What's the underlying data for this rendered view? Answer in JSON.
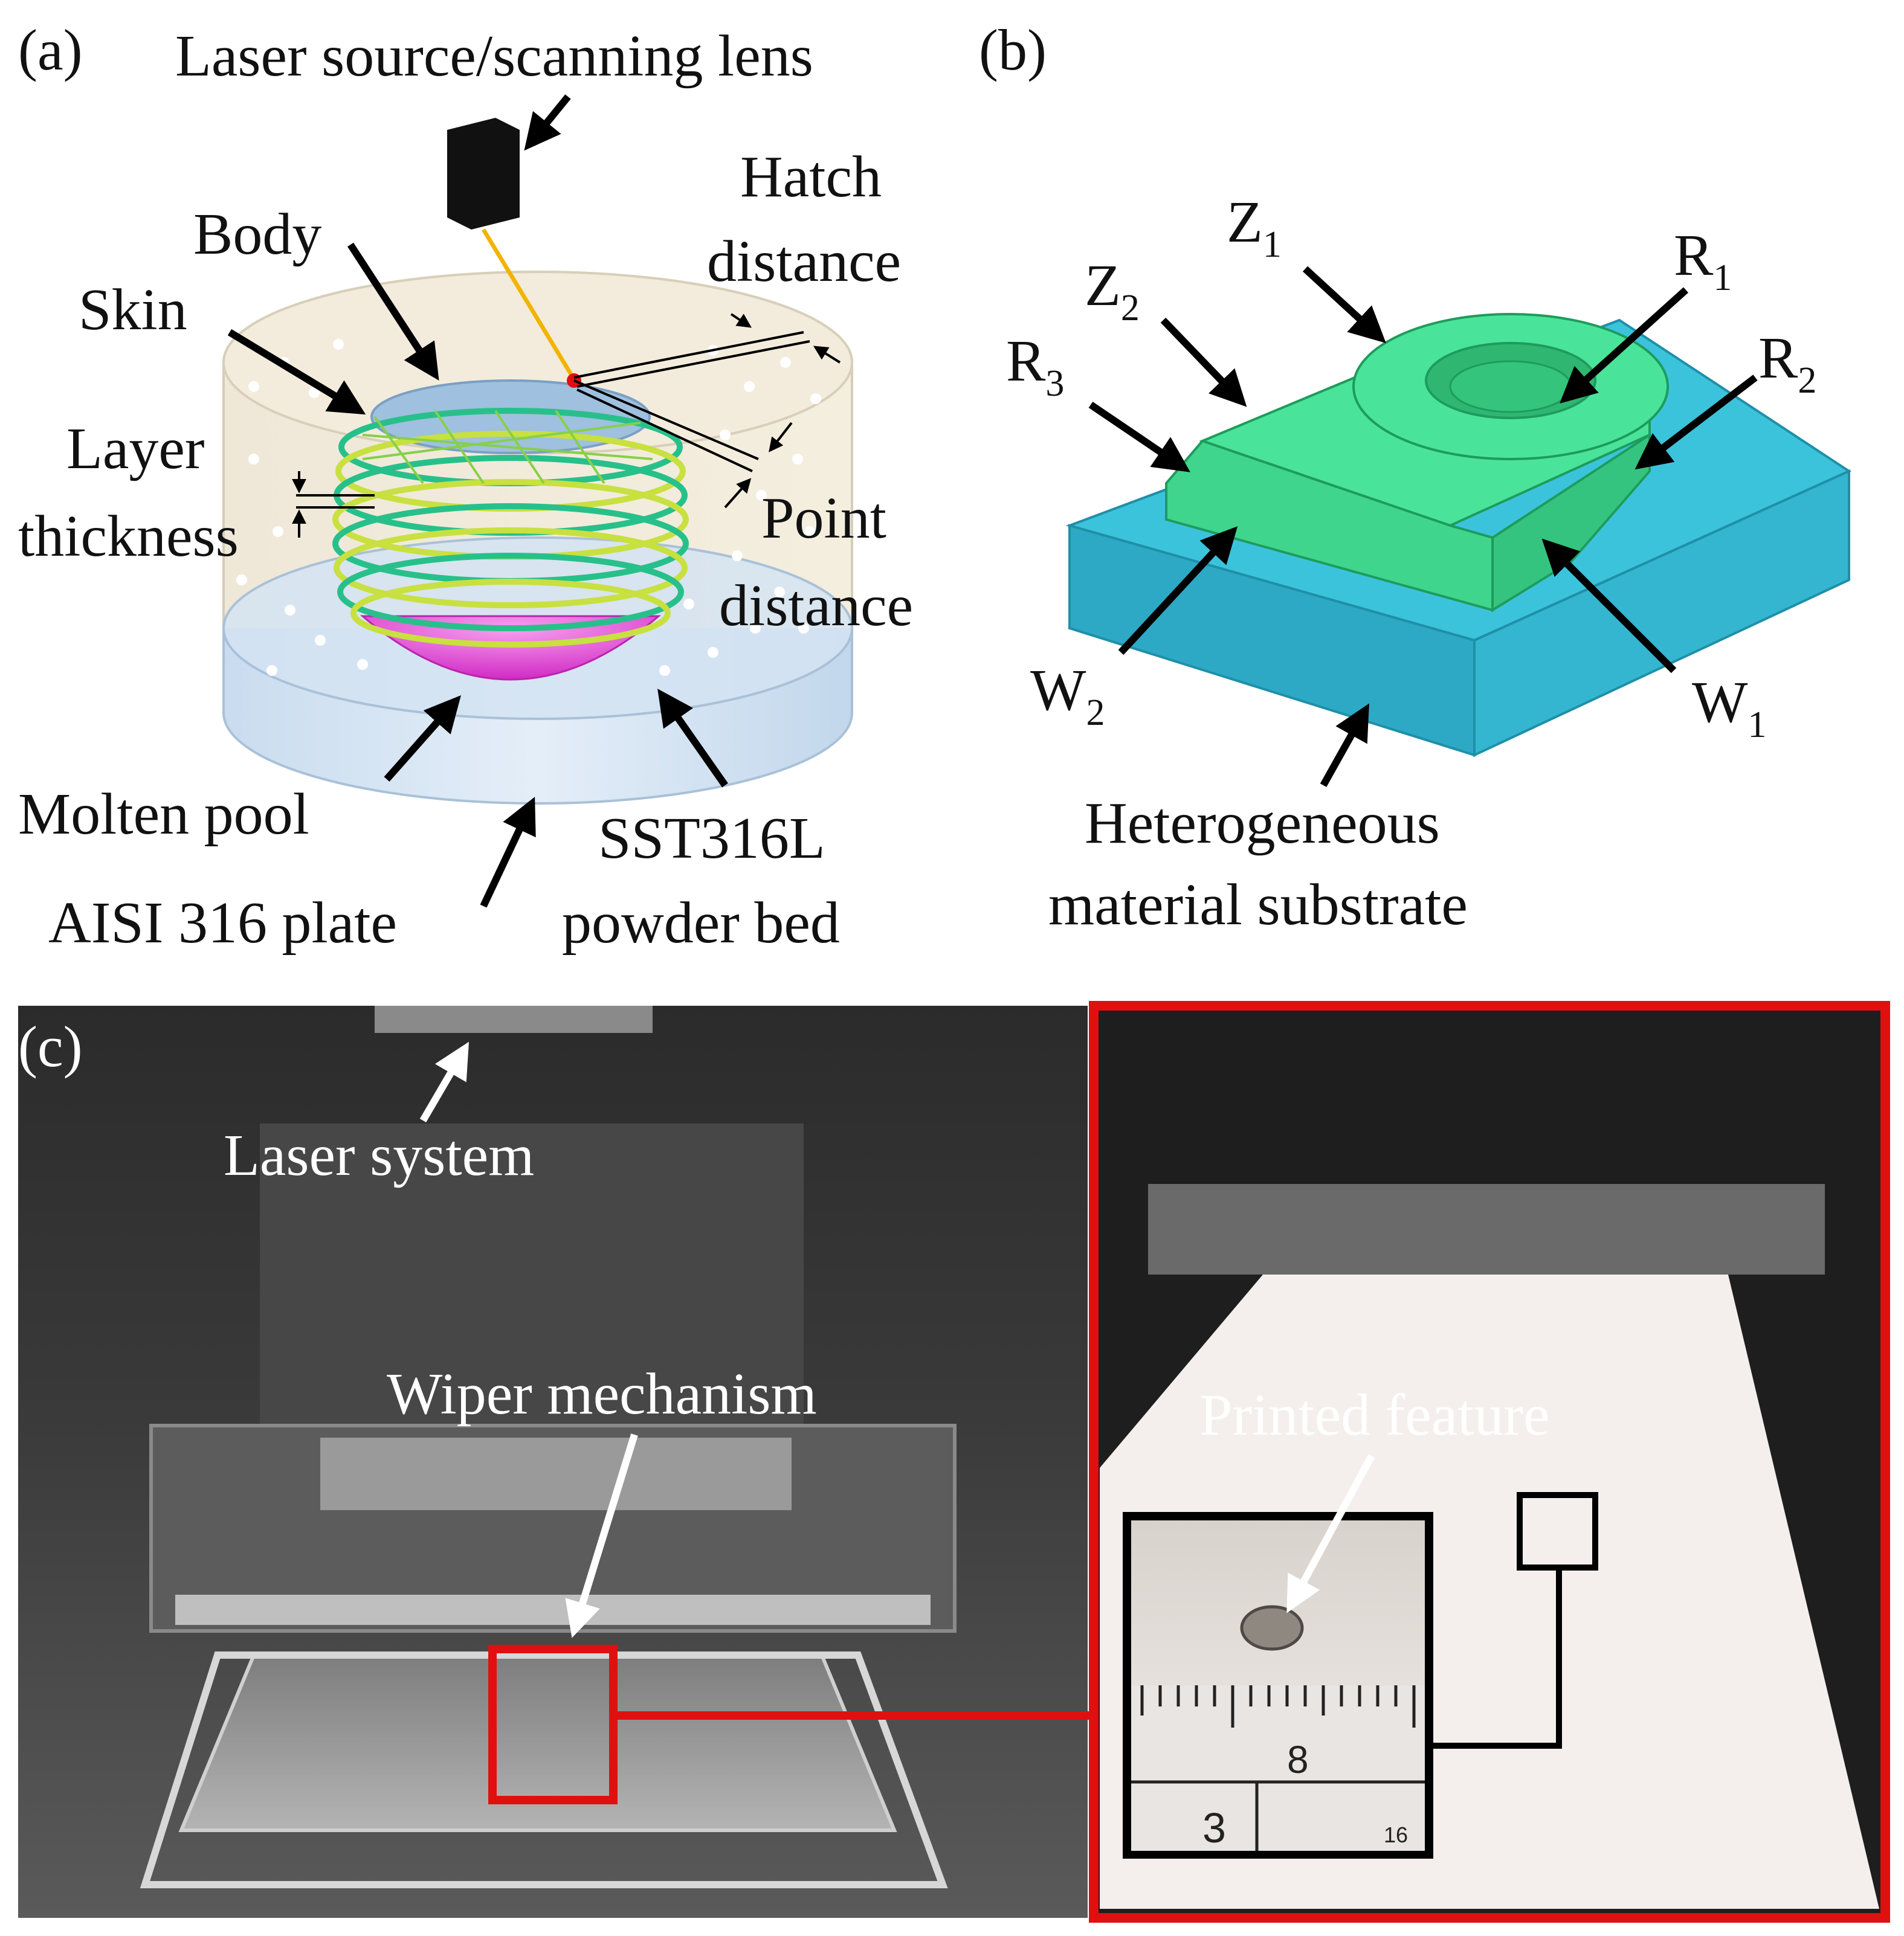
{
  "panels": {
    "a": "(a)",
    "b": "(b)",
    "c": "(c)"
  },
  "panel_a": {
    "laser_source": "Laser source/scanning lens",
    "hatch_distance_1": "Hatch",
    "hatch_distance_2": "distance",
    "body": "Body",
    "skin": "Skin",
    "layer_thickness_1": "Layer",
    "layer_thickness_2": "thickness",
    "point_distance_1": "Point",
    "point_distance_2": "distance",
    "molten_pool": "Molten pool",
    "plate": "AISI 316 plate",
    "powder_bed_1": "SST316L",
    "powder_bed_2": "powder bed"
  },
  "panel_b": {
    "z1": "Z",
    "z1_sub": "1",
    "z2": "Z",
    "z2_sub": "2",
    "r1": "R",
    "r1_sub": "1",
    "r2": "R",
    "r2_sub": "2",
    "r3": "R",
    "r3_sub": "3",
    "w1": "W",
    "w1_sub": "1",
    "w2": "W",
    "w2_sub": "2",
    "substrate_1": "Heterogeneous",
    "substrate_2": "material substrate"
  },
  "panel_c": {
    "laser_system": "Laser system",
    "wiper": "Wiper mechanism",
    "printed_feature": "Printed feature",
    "ruler_8": "8",
    "ruler_3": "3",
    "ruler_16": "16"
  },
  "colors": {
    "part_green": "#3fe08e",
    "substrate_blue": "#38bcd6",
    "molten_pool": "#e23ad6",
    "highlight_red": "#e01010",
    "laser_beam": "#f2b400"
  }
}
